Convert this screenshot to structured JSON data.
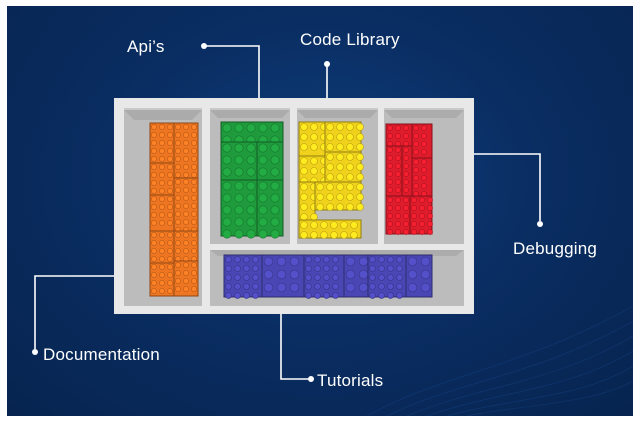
{
  "labels": {
    "apis": "Api’s",
    "code_library": "Code Library",
    "debugging": "Debugging",
    "documentation": "Documentation",
    "tutorials": "Tutorials"
  },
  "compartments": [
    {
      "name": "documentation-compartment",
      "brick_color": "#ee7522"
    },
    {
      "name": "apis-compartment",
      "brick_color": "#1f9a3c"
    },
    {
      "name": "code-library-compartment",
      "brick_color": "#f0d21c"
    },
    {
      "name": "debugging-compartment",
      "brick_color": "#de1c2c"
    },
    {
      "name": "tutorials-compartment",
      "brick_color": "#4a47b4"
    }
  ],
  "colors": {
    "background": "#0a2e64",
    "box_frame": "#d5d5d5",
    "connector": "#ffffff"
  }
}
